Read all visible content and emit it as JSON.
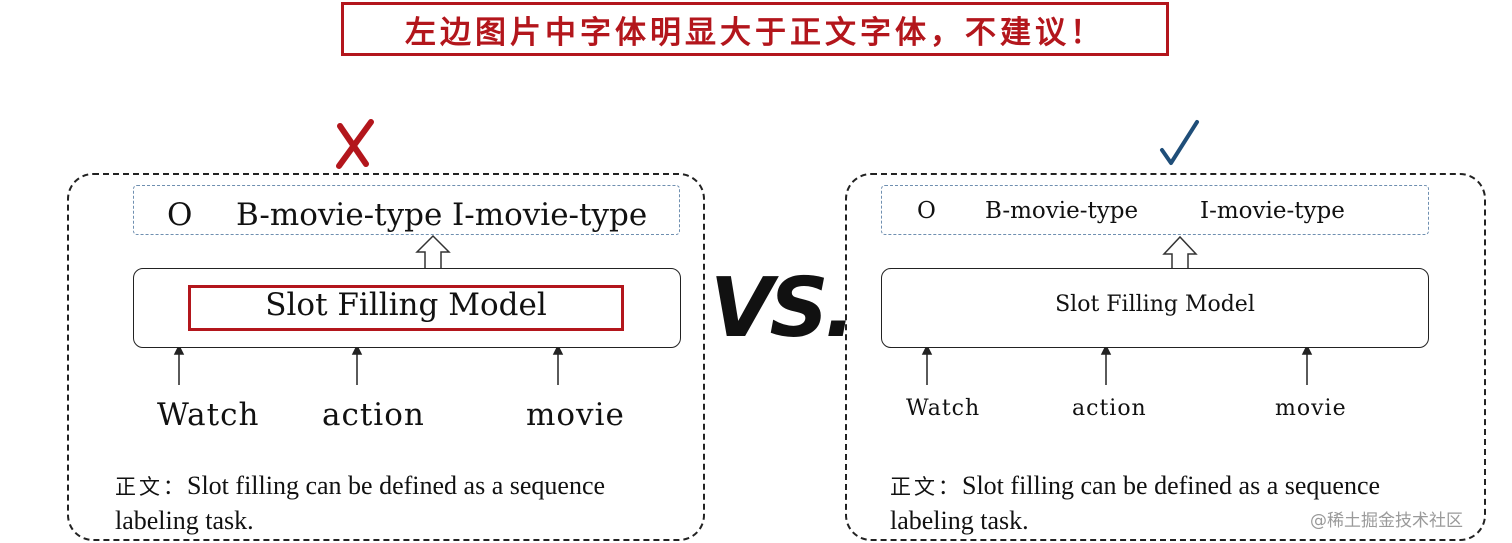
{
  "banner": {
    "text": "左边图片中字体明显大于正文字体，不建议！"
  },
  "separator": {
    "text": "VS."
  },
  "left": {
    "mark_icon": "cross-mark-icon",
    "labels": [
      "O",
      "B-movie-type",
      "I-movie-type"
    ],
    "model": "Slot Filling Model",
    "words": [
      "Watch",
      "action",
      "movie"
    ],
    "body_prefix": "正文：",
    "body_line1": "Slot filling can be defined as a sequence",
    "body_line2": "labeling task."
  },
  "right": {
    "mark_icon": "check-mark-icon",
    "labels": [
      "O",
      "B-movie-type",
      "I-movie-type"
    ],
    "model": "Slot Filling Model",
    "words": [
      "Watch",
      "action",
      "movie"
    ],
    "body_prefix": "正文：",
    "body_line1": "Slot filling can be defined as a sequence",
    "body_line2": "labeling task."
  },
  "watermark": {
    "text": "@稀土掘金技术社区"
  },
  "colors": {
    "accent_red": "#b3161c",
    "check_blue": "#1f4e79",
    "label_border": "#6f8fb0"
  }
}
